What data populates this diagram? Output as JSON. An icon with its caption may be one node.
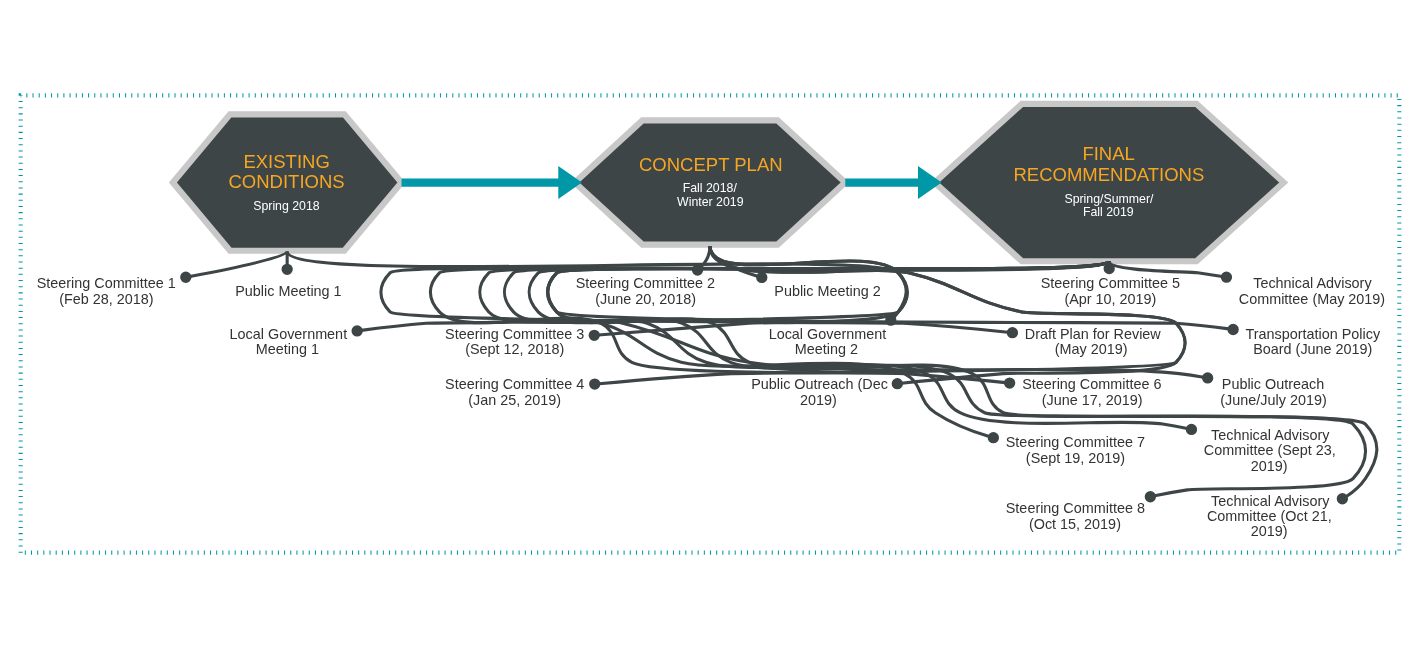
{
  "diagram": {
    "nodes": [
      {
        "text": [],
        "shape": "box"
      },
      {
        "text": [
          "EXISTING CONDITIONS",
          "Spring 2018"
        ],
        "in": 0
      },
      {
        "text": [
          "Public Meeting 1"
        ],
        "in": 0
      },
      {
        "text": [
          "Local Government Meeting 1"
        ],
        "in": 0
      },
      {
        "text": [
          "Steering Committee 1 (Feb 28, 2018)"
        ],
        "in": 0
      },
      {
        "text": [
          "CONCEPT PLAN",
          "Fall 2018/ Winter 2019"
        ],
        "in": 0
      },
      {
        "text": [
          "Steering Committee 2 (June 20, 2018)"
        ],
        "in": 0
      },
      {
        "text": [
          "Public Meeting 2"
        ],
        "in": 0
      },
      {
        "text": [
          "Local Government Meeting 2"
        ],
        "in": 0
      },
      {
        "text": [
          "Steering Committee 3 (Sept 12, 2018)"
        ],
        "in": 0
      },
      {
        "text": [
          "Public Outreach (Dec 2019)"
        ],
        "in": 0
      },
      {
        "text": [
          "Steering Committee 4 (Jan 25, 2019)"
        ],
        "in": 0
      },
      {
        "text": [
          "FINAL RECOMMENDATIONS",
          "Spring/Summer/ Fall 2019"
        ],
        "in": 0
      },
      {
        "text": [
          "Steering Committee 5 (Apr 10, 2019)"
        ],
        "in": 0
      },
      {
        "text": [
          "Technical Advisory Committee (May 2019)"
        ],
        "in": 0
      },
      {
        "text": [
          "Draft Plan for Review (May 2019)"
        ],
        "in": 0
      },
      {
        "text": [
          "Transportation Policy Board (June 2019)"
        ],
        "in": 0
      },
      {
        "text": [
          "Steering Committee 6 (June 17, 2019)"
        ],
        "in": 0
      },
      {
        "text": [
          "Public Outreach (June/July 2019)"
        ],
        "in": 0
      },
      {
        "text": [
          "Steering Committee 7 (Sept 19, 2019)"
        ],
        "in": 0
      },
      {
        "text": [
          "Technical Advisory Committee (Sept 23, 2019)"
        ],
        "in": 0
      },
      {
        "text": [
          "Steering Committee 8 (Oct 15, 2019)"
        ],
        "in": 0
      },
      {
        "text": [
          "Technical Advisory Committee (Oct 21, 2019)"
        ],
        "in": 0
      }
    ],
    "edges": [
      {
        "from": 1,
        "to": 5,
        "arrow": "to",
        "style": "thick",
        "color": "#0097a7"
      },
      {
        "from": 5,
        "to": 12,
        "arrow": "to",
        "style": "thick",
        "color": "#0097a7"
      },
      {
        "from": 1,
        "to": 2,
        "arrow": "other"
      },
      {
        "from": 1,
        "to": 3,
        "arrow": "other"
      },
      {
        "from": 1,
        "to": 4,
        "arrow": "other"
      },
      {
        "from": 5,
        "to": 6,
        "arrow": "other"
      },
      {
        "from": 5,
        "to": 7,
        "arrow": "other"
      },
      {
        "from": 5,
        "to": 8,
        "arrow": "other"
      },
      {
        "from": 5,
        "to": 9,
        "arrow": "other"
      },
      {
        "from": 5,
        "to": 10,
        "arrow": "other"
      },
      {
        "from": 5,
        "to": 11,
        "arrow": "other"
      },
      {
        "from": 12,
        "to": 13,
        "arrow": "other"
      },
      {
        "from": 12,
        "to": 14,
        "arrow": "other"
      },
      {
        "from": 12,
        "to": 15,
        "arrow": "other"
      },
      {
        "from": 12,
        "to": 16,
        "arrow": "other"
      },
      {
        "from": 12,
        "to": 17,
        "arrow": "other"
      },
      {
        "from": 12,
        "to": 18,
        "arrow": "other"
      },
      {
        "from": 12,
        "to": 19,
        "arrow": "other"
      },
      {
        "from": 12,
        "to": 20,
        "arrow": "other"
      },
      {
        "from": 12,
        "to": 21,
        "arrow": "other"
      },
      {
        "from": 12,
        "to": 22,
        "arrow": "other"
      }
    ]
  }
}
